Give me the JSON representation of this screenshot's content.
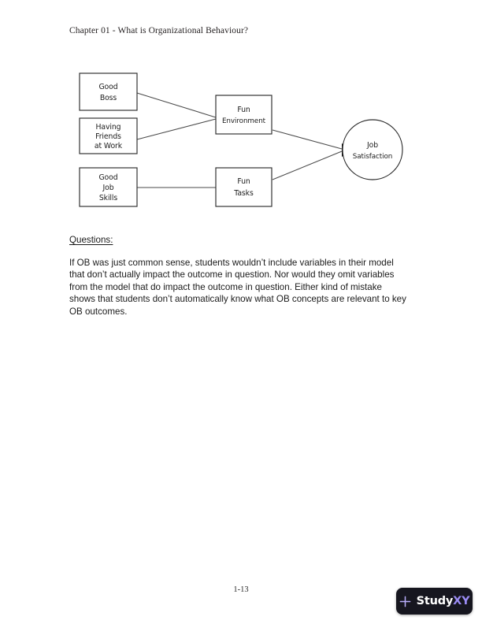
{
  "header": {
    "chapter_title": "Chapter 01 - What is Organizational Behaviour?"
  },
  "diagram": {
    "name": "job-satisfaction-model",
    "nodes": [
      {
        "id": "good-boss",
        "label_lines": [
          "Good",
          "Boss"
        ],
        "shape": "rect"
      },
      {
        "id": "having-friends-at-work",
        "label_lines": [
          "Having",
          "Friends",
          "at Work"
        ],
        "shape": "rect"
      },
      {
        "id": "good-job-skills",
        "label_lines": [
          "Good",
          "Job",
          "Skills"
        ],
        "shape": "rect"
      },
      {
        "id": "fun-environment",
        "label_lines": [
          "Fun",
          "Environment"
        ],
        "shape": "rect"
      },
      {
        "id": "fun-tasks",
        "label_lines": [
          "Fun",
          "Tasks"
        ],
        "shape": "rect"
      },
      {
        "id": "job-satisfaction",
        "label_lines": [
          "Job",
          "Satisfaction"
        ],
        "shape": "circle"
      }
    ],
    "edges": [
      {
        "from": "good-boss",
        "to": "fun-environment"
      },
      {
        "from": "having-friends-at-work",
        "to": "fun-environment"
      },
      {
        "from": "good-job-skills",
        "to": "fun-tasks"
      },
      {
        "from": "fun-environment",
        "to": "job-satisfaction"
      },
      {
        "from": "fun-tasks",
        "to": "job-satisfaction"
      }
    ],
    "labels": {
      "good_boss_l1": "Good",
      "good_boss_l2": "Boss",
      "friends_l1": "Having",
      "friends_l2": "Friends",
      "friends_l3": "at Work",
      "skills_l1": "Good",
      "skills_l2": "Job",
      "skills_l3": "Skills",
      "fun_env_l1": "Fun",
      "fun_env_l2": "Environment",
      "fun_tasks_l1": "Fun",
      "fun_tasks_l2": "Tasks",
      "job_sat_l1": "Job",
      "job_sat_l2": "Satisfaction"
    }
  },
  "content": {
    "questions_heading": "Questions:",
    "answer_paragraph": "If OB was just common sense, students wouldn’t include variables in their model that don’t actually impact the outcome in question. Nor would they omit variables from the model that do impact the outcome in question. Either kind of mistake shows that students don’t automatically know what OB concepts are relevant to key OB outcomes."
  },
  "footer": {
    "page_number": "1-13"
  },
  "watermark": {
    "brand_primary": "Study",
    "brand_accent": "XY",
    "icon": "plus-icon",
    "background_color": "#16161f",
    "accent_color": "#9b8cf5"
  }
}
